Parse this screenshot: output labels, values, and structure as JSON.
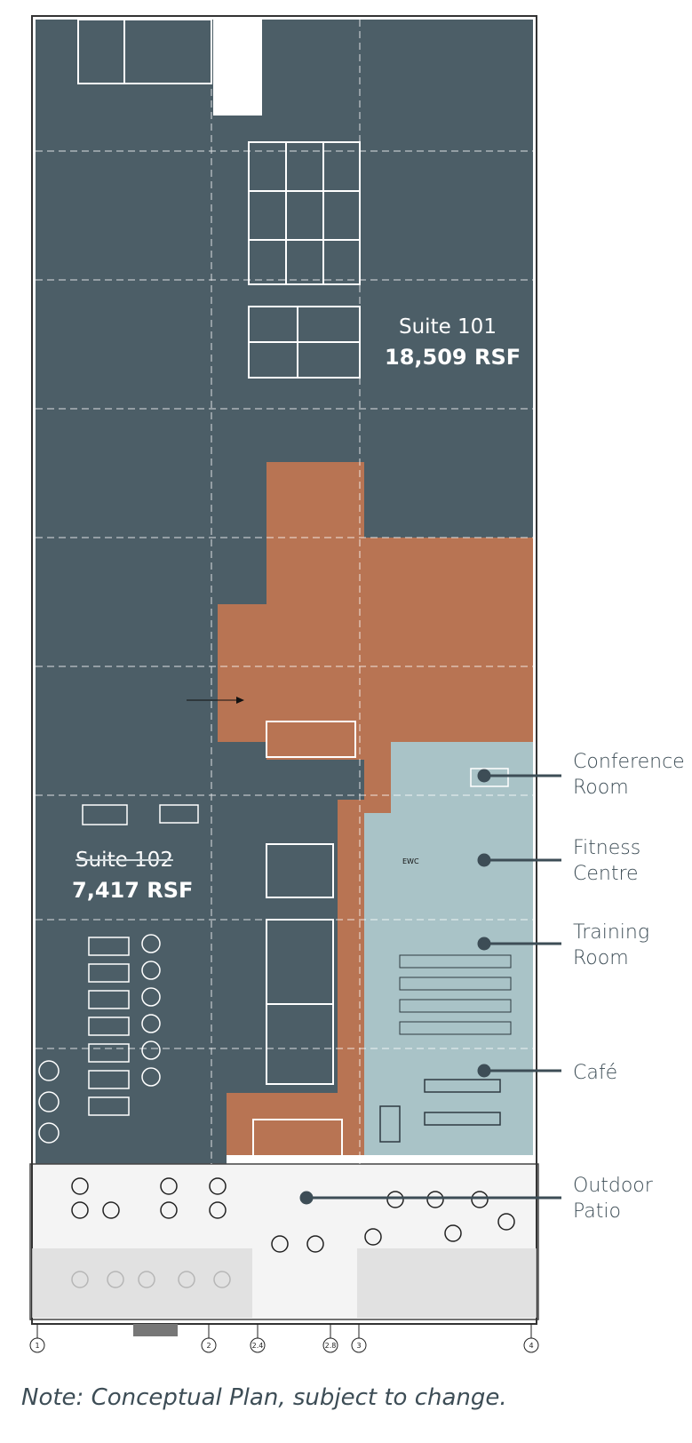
{
  "colors": {
    "suite": "#4c5e67",
    "amenity_orange": "#b87453",
    "amenity_blue": "#a9c3c7",
    "callout": "#3d4d56"
  },
  "suites": [
    {
      "name": "Suite 101",
      "area": "18,509 RSF"
    },
    {
      "name": "Suite 102",
      "area": "7,417 RSF"
    }
  ],
  "callouts": [
    {
      "label": "Conference\nRoom"
    },
    {
      "label": "Fitness\nCentre"
    },
    {
      "label": "Training\nRoom"
    },
    {
      "label": "Café"
    },
    {
      "label": "Outdoor\nPatio"
    }
  ],
  "grid_ids": [
    "1",
    "2",
    "2.4",
    "2.8",
    "3",
    "4"
  ],
  "small_labels": {
    "ewc": "EWC"
  },
  "note": "Note: Conceptual Plan, subject to change."
}
